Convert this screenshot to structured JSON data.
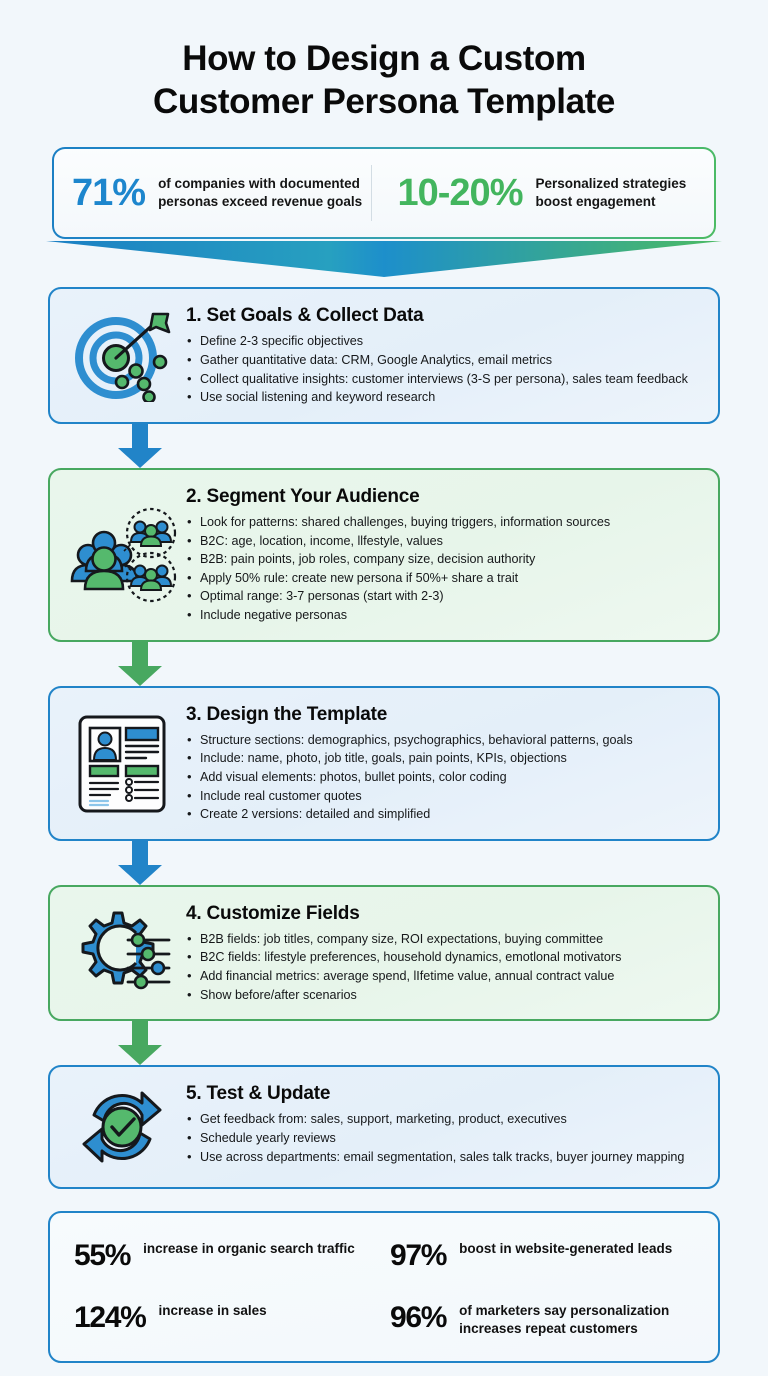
{
  "title": {
    "line1": "How to Design a Custom",
    "line2": "Customer Persona Template"
  },
  "colors": {
    "blue": "#2184c8",
    "green": "#48a860",
    "stat_blue": "#1d86cd",
    "stat_green": "#43b55e",
    "background": "#f2f7fb"
  },
  "top_banner": {
    "stats": [
      {
        "value": "71%",
        "label": "of companies with documented personas exceed revenue goals",
        "color": "#1d86cd"
      },
      {
        "value": "10-20%",
        "label": "Personalized strategies boost engagement",
        "color": "#43b55e"
      }
    ]
  },
  "steps": [
    {
      "title": "1. Set Goals & Collect Data",
      "theme": "blue",
      "icon": "target-arrow-icon",
      "bullets": [
        "Define 2-3 specific objectives",
        "Gather quantitative data: CRM, Google Analytics, email metrics",
        "Collect qualitative insights: customer interviews (3-S per persona), sales team feedback",
        "Use social listening and keyword research"
      ]
    },
    {
      "title": "2. Segment Your Audience",
      "theme": "green",
      "icon": "audience-segments-icon",
      "bullets": [
        "Look for patterns: shared challenges, buying triggers, information sources",
        "B2C: age, location, income, llfestyle, values",
        "B2B: pain points, job roles, company size, decision authority",
        "Apply 50% rule: create new persona if 50%+ share a trait",
        "Optimal range: 3-7 personas (start with 2-3)",
        "Include negative personas"
      ]
    },
    {
      "title": "3. Design the Template",
      "theme": "blue",
      "icon": "persona-template-document-icon",
      "bullets": [
        "Structure sections: demographics, psychographics, behavioral patterns, goals",
        "Include: name, photo, job title, goals, pain points, KPIs, objections",
        "Add visual elements: photos, bullet points, color coding",
        "Include real customer quotes",
        "Create 2 versions: detailed and simplified"
      ]
    },
    {
      "title": "4. Customize Fields",
      "theme": "green",
      "icon": "gear-sliders-icon",
      "bullets": [
        "B2B fields: job titles, company size, ROI expectations, buying committee",
        "B2C fields: lifestyle preferences, household dynamics, emotlonal motivators",
        "Add financial metrics: average spend, lIfetime value, annual contract value",
        "Show before/after scenarios"
      ]
    },
    {
      "title": "5. Test & Update",
      "theme": "blue",
      "icon": "refresh-check-icon",
      "bullets": [
        "Get feedback from: sales, support, marketing, product, executives",
        "Schedule yearly reviews",
        "Use across departments: email segmentation, sales talk tracks, buyer journey mapping"
      ]
    }
  ],
  "connectors": [
    {
      "name": "connector-arrow-1",
      "color": "#2184c8"
    },
    {
      "name": "connector-arrow-2",
      "color": "#48a860"
    },
    {
      "name": "connector-arrow-3",
      "color": "#2184c8"
    },
    {
      "name": "connector-arrow-4",
      "color": "#48a860"
    }
  ],
  "bottom_panel": {
    "stats": [
      {
        "value": "55%",
        "label": "increase in organic search traffic"
      },
      {
        "value": "97%",
        "label": "boost in website-generated leads"
      },
      {
        "value": "124%",
        "label": "increase in sales"
      },
      {
        "value": "96%",
        "label": "of marketers say personalization increases repeat customers"
      }
    ]
  }
}
